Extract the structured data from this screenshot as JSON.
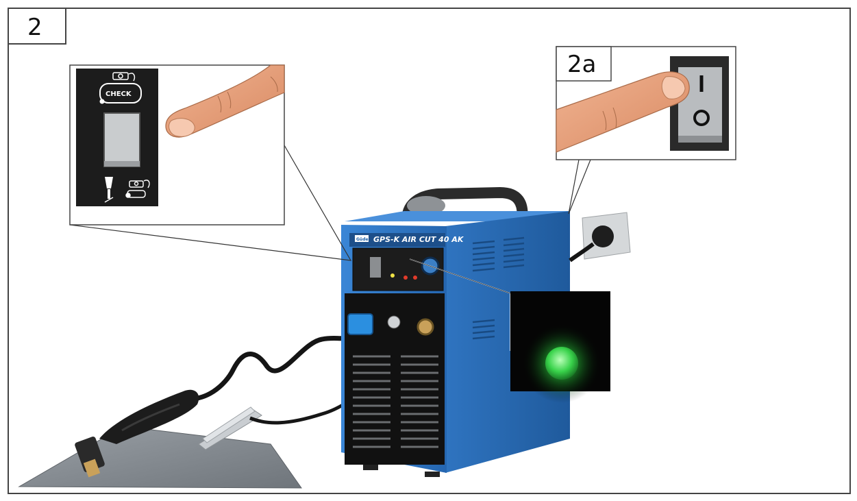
{
  "figure": {
    "step_label": "2",
    "substep_label": "2a",
    "machine_model": "GPS-K AIR CUT 40 AK",
    "machine_logo": "Güde",
    "check_label": "CHECK",
    "switch_on_symbol": "I",
    "switch_off_symbol": "O"
  },
  "icons": {
    "compressor": "compressor-icon",
    "torch": "torch-icon",
    "finger": "pointing-finger-icon",
    "indicator": "green-indicator-light-icon",
    "plug": "power-plug-icon"
  },
  "colors": {
    "machine_body": "#2f74c0",
    "machine_body_dark": "#1d4f8a",
    "panel_dark": "#1c1c1c",
    "skin": "#e8a27c",
    "indicator_green": "#3ee25a",
    "torch_connector": "#2b8fe0",
    "workpiece": "#8a9096"
  }
}
